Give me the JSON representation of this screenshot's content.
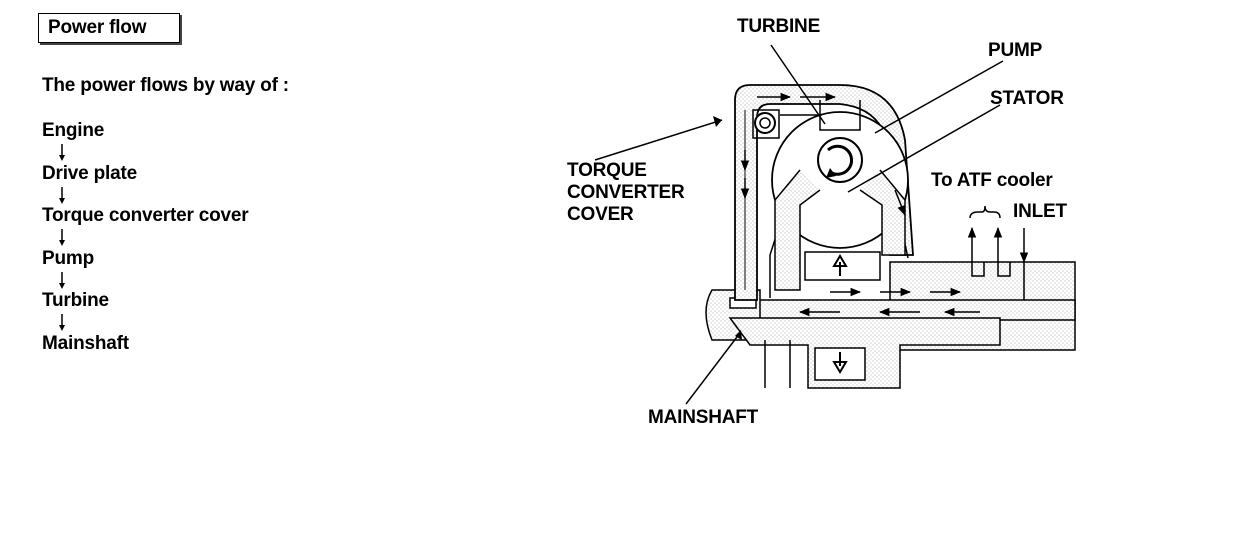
{
  "page": {
    "title": "Power flow",
    "intro": "The power flows by way of :",
    "flow_steps": [
      "Engine",
      "Drive plate",
      "Torque converter cover",
      "Pump",
      "Turbine",
      "Mainshaft"
    ]
  },
  "diagram": {
    "labels": {
      "turbine": "TURBINE",
      "pump": "PUMP",
      "stator": "STATOR",
      "torque_converter_cover": "TORQUE\nCONVERTER\nCOVER",
      "to_atf_cooler": "To ATF cooler",
      "inlet": "INLET",
      "mainshaft": "MAINSHAFT"
    }
  }
}
